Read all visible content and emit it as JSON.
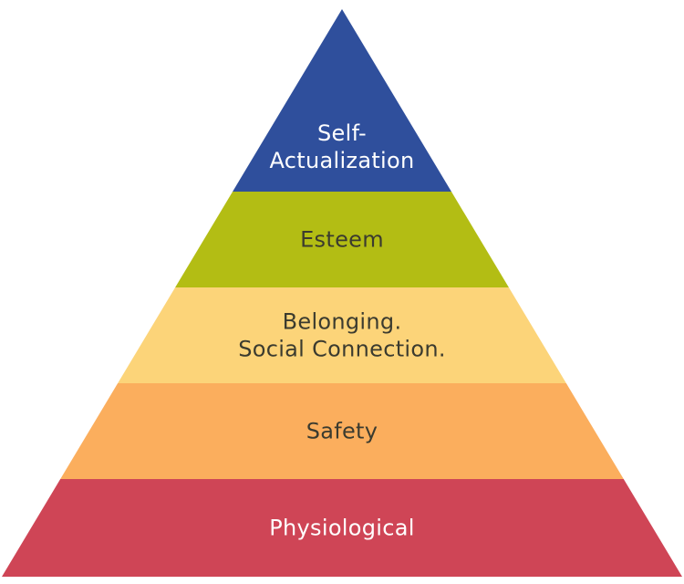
{
  "diagram": {
    "type": "pyramid",
    "tiers": [
      {
        "id": "self-actualization",
        "lines": [
          "Self-",
          "Actualization"
        ],
        "fill": "#2f4f9c",
        "text_color": "#ffffff"
      },
      {
        "id": "esteem",
        "lines": [
          "Esteem"
        ],
        "fill": "#b3bd14",
        "text_color": "#3b3b2f"
      },
      {
        "id": "belonging",
        "lines": [
          "Belonging.",
          "Social Connection."
        ],
        "fill": "#fcd479",
        "text_color": "#3b3b2f"
      },
      {
        "id": "safety",
        "lines": [
          "Safety"
        ],
        "fill": "#fbae5d",
        "text_color": "#3b3b2f"
      },
      {
        "id": "physiological",
        "lines": [
          "Physiological"
        ],
        "fill": "#cf4556",
        "text_color": "#ffffff"
      }
    ]
  }
}
